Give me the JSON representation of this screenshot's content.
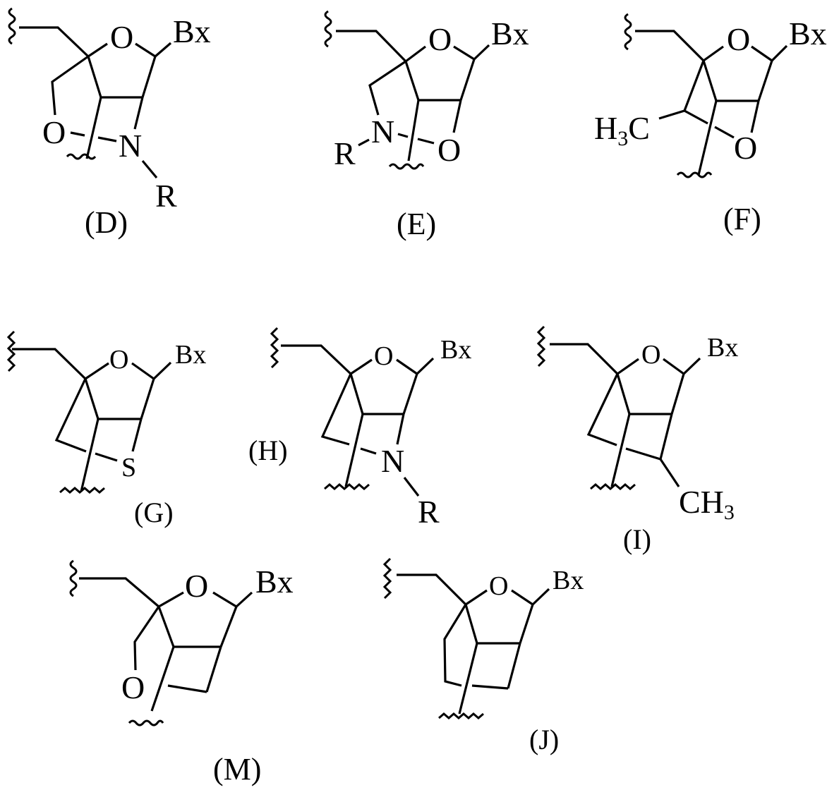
{
  "figure": {
    "description": "Bicyclic nucleoside analog structures",
    "structures": [
      {
        "id": "D",
        "label": "(D)",
        "atoms": {
          "ring_o": "O",
          "base": "Bx",
          "bridge_o": "O",
          "n": "N",
          "r": "R"
        }
      },
      {
        "id": "E",
        "label": "(E)",
        "atoms": {
          "ring_o": "O",
          "base": "Bx",
          "n": "N",
          "r": "R",
          "bridge_o": "O"
        }
      },
      {
        "id": "F",
        "label": "(F)",
        "atoms": {
          "ring_o": "O",
          "base": "Bx",
          "methyl": "H",
          "methyl_sub": "3",
          "methyl_c": "C",
          "bridge_o": "O"
        }
      },
      {
        "id": "G",
        "label": "(G)",
        "atoms": {
          "ring_o": "O",
          "base": "Bx",
          "s": "S"
        }
      },
      {
        "id": "H",
        "label": "(H)",
        "atoms": {
          "ring_o": "O",
          "base": "Bx",
          "n": "N",
          "r": "R"
        }
      },
      {
        "id": "I",
        "label": "(I)",
        "atoms": {
          "ring_o": "O",
          "base": "Bx",
          "methyl": "CH",
          "methyl_sub": "3"
        }
      },
      {
        "id": "M",
        "label": "(M)",
        "atoms": {
          "ring_o": "O",
          "base": "Bx",
          "bridge_o": "O"
        }
      },
      {
        "id": "J",
        "label": "(J)",
        "atoms": {
          "ring_o": "O",
          "base": "Bx"
        }
      }
    ]
  }
}
